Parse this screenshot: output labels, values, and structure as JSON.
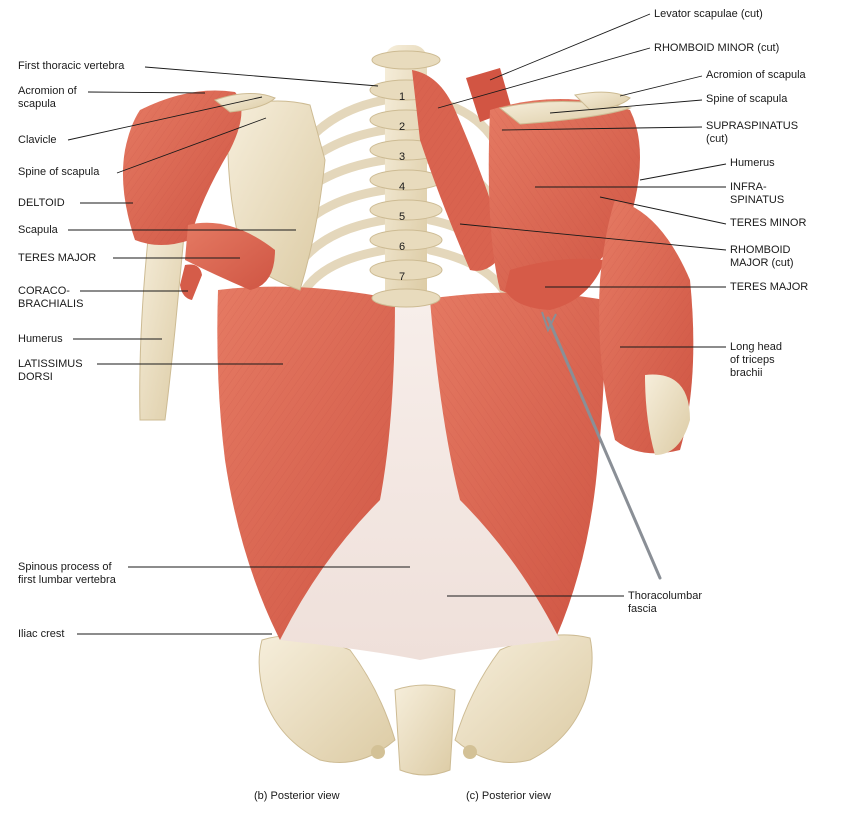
{
  "colors": {
    "muscle": "#e06a55",
    "muscle_dark": "#c74a3a",
    "muscle_light": "#ef9a86",
    "bone": "#efe3c6",
    "bone_shadow": "#d6c59e",
    "fascia": "#f4e9e4",
    "leader": "#1a1a1a",
    "probe": "#8a8f96"
  },
  "labels_left": [
    {
      "id": "first-thoracic-vertebra",
      "lines": [
        "First thoracic vertebra"
      ]
    },
    {
      "id": "acromion-left",
      "lines": [
        "Acromion of",
        "scapula"
      ]
    },
    {
      "id": "clavicle",
      "lines": [
        "Clavicle"
      ]
    },
    {
      "id": "spine-left",
      "lines": [
        "Spine of scapula"
      ]
    },
    {
      "id": "deltoid",
      "lines": [
        "DELTOID"
      ]
    },
    {
      "id": "scapula",
      "lines": [
        "Scapula"
      ]
    },
    {
      "id": "teres-major-left",
      "lines": [
        "TERES MAJOR"
      ]
    },
    {
      "id": "coracobrachialis",
      "lines": [
        "CORACO-",
        "BRACHIALIS"
      ]
    },
    {
      "id": "humerus-left",
      "lines": [
        "Humerus"
      ]
    },
    {
      "id": "latissimus",
      "lines": [
        "LATISSIMUS",
        "DORSI"
      ]
    },
    {
      "id": "spinous-process",
      "lines": [
        "Spinous process of",
        "first lumbar vertebra"
      ]
    },
    {
      "id": "iliac-crest",
      "lines": [
        "Iliac crest"
      ]
    }
  ],
  "labels_right": [
    {
      "id": "levator-scapulae",
      "lines": [
        "Levator scapulae (cut)"
      ]
    },
    {
      "id": "rhomboid-minor",
      "lines": [
        "RHOMBOID MINOR (cut)"
      ]
    },
    {
      "id": "acromion-right",
      "lines": [
        "Acromion of scapula"
      ]
    },
    {
      "id": "spine-right",
      "lines": [
        "Spine of scapula"
      ]
    },
    {
      "id": "supraspinatus",
      "lines": [
        "SUPRASPINATUS",
        "(cut)"
      ]
    },
    {
      "id": "humerus-right",
      "lines": [
        "Humerus"
      ]
    },
    {
      "id": "infraspinatus",
      "lines": [
        "INFRA-",
        "SPINATUS"
      ]
    },
    {
      "id": "teres-minor",
      "lines": [
        "TERES MINOR"
      ]
    },
    {
      "id": "rhomboid-major",
      "lines": [
        "RHOMBOID",
        "MAJOR (cut)"
      ]
    },
    {
      "id": "teres-major-right",
      "lines": [
        "TERES MAJOR"
      ]
    },
    {
      "id": "triceps",
      "lines": [
        "Long head",
        "of triceps",
        "brachii"
      ]
    },
    {
      "id": "thoracolumbar",
      "lines": [
        "Thoracolumbar",
        "fascia"
      ]
    }
  ],
  "vertebra_numbers": [
    "1",
    "2",
    "3",
    "4",
    "5",
    "6",
    "7"
  ],
  "captions": {
    "left": "(b) Posterior view",
    "right": "(c) Posterior view"
  }
}
